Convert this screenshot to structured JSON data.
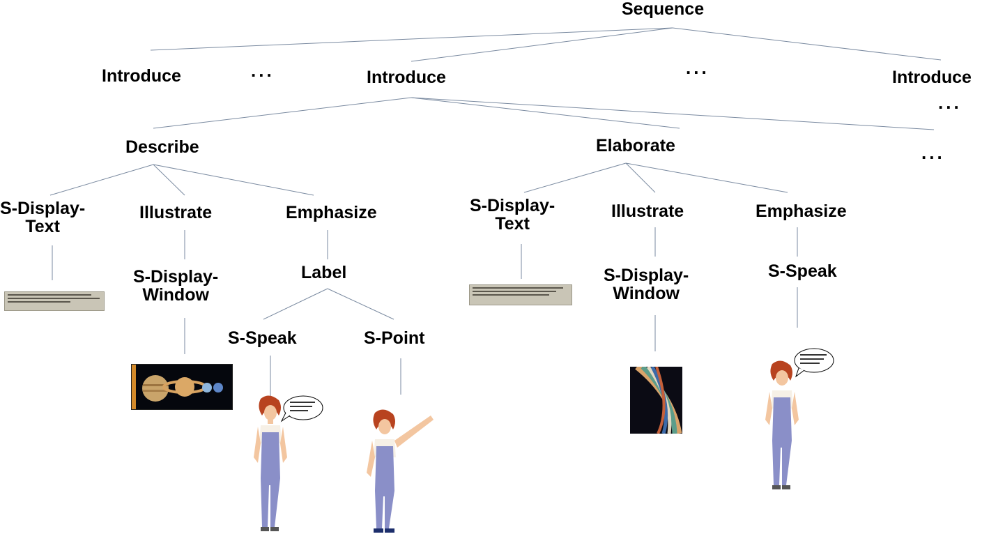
{
  "tree": {
    "root": "Sequence",
    "level1": {
      "left": "Introduce",
      "center": "Introduce",
      "right": "Introduce",
      "ellipsis": "..."
    },
    "describe": {
      "label": "Describe",
      "display_text": "S-Display-\nText",
      "illustrate": "Illustrate",
      "display_window": "S-Display-\nWindow",
      "emphasize": "Emphasize",
      "label_node": "Label",
      "speak": "S-Speak",
      "point": "S-Point"
    },
    "elaborate": {
      "label": "Elaborate",
      "display_text": "S-Display-\nText",
      "illustrate": "Illustrate",
      "display_window": "S-Display-\nWindow",
      "emphasize": "Emphasize",
      "speak": "S-Speak"
    }
  },
  "colors": {
    "edge": "#7a8aa0",
    "card": "#c9c5b6",
    "overalls": "#8a8fc8",
    "hair": "#b8431f",
    "skin": "#f3c6a0"
  }
}
